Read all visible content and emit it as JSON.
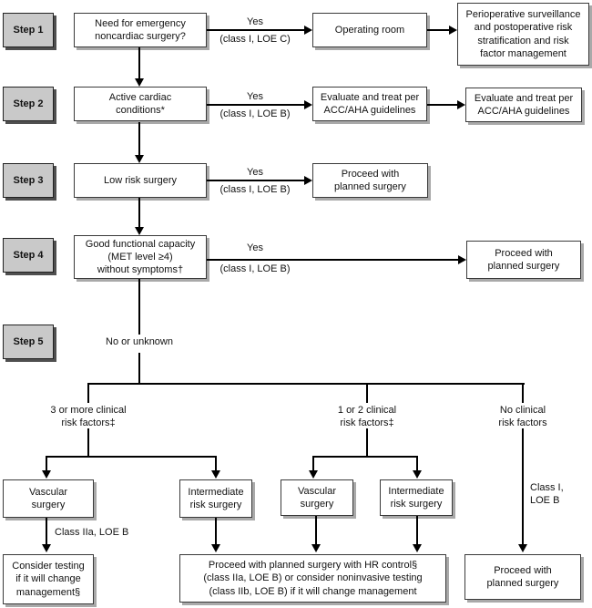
{
  "steps": {
    "s1": {
      "label": "Step 1",
      "question": "Need for emergency\nnoncardiac surgery?",
      "yes": "Yes",
      "yes_class": "(class I, LOE C)",
      "action": "Operating room",
      "outcome": "Perioperative surveillance\nand postoperative risk\nstratification and risk\nfactor management"
    },
    "s2": {
      "label": "Step 2",
      "question": "Active cardiac\nconditions*",
      "yes": "Yes",
      "yes_class": "(class I, LOE B)",
      "action": "Evaluate and treat per\nACC/AHA guidelines",
      "outcome": "Evaluate and treat per\nACC/AHA guidelines"
    },
    "s3": {
      "label": "Step 3",
      "question": "Low risk surgery",
      "yes": "Yes",
      "yes_class": "(class I, LOE B)",
      "action": "Proceed with\nplanned surgery"
    },
    "s4": {
      "label": "Step 4",
      "question": "Good functional capacity\n(MET level ≥4)\nwithout symptoms†",
      "yes": "Yes",
      "yes_class": "(class I, LOE B)",
      "outcome": "Proceed with\nplanned surgery"
    },
    "s5": {
      "label": "Step 5",
      "no_path": "No or unknown"
    }
  },
  "branches": {
    "three_plus": {
      "label": "3 or more clinical\nrisk factors‡",
      "vascular": "Vascular\nsurgery",
      "intermediate": "Intermediate\nrisk surgery",
      "arrow_label": "Class IIa, LOE B",
      "outcome": "Consider testing\nif it will change\nmanagement§"
    },
    "one_two": {
      "label": "1 or 2 clinical\nrisk factors‡",
      "vascular": "Vascular\nsurgery",
      "intermediate": "Intermediate\nrisk surgery",
      "outcome": "Proceed with planned surgery with HR control§\n(class IIa, LOE B) or consider noninvasive testing\n(class IIb, LOE B) if it will change management"
    },
    "none": {
      "label": "No clinical\nrisk factors",
      "arrow_label": "Class I,\nLOE B",
      "outcome": "Proceed with\nplanned surgery"
    }
  },
  "colors": {
    "background": "#ffffff",
    "box_fill": "#ffffff",
    "box_border": "#3a3a3a",
    "box_shadow": "#a9a9a9",
    "step_fill": "#c9c9c9",
    "step_shadow": "#4f4f4f",
    "line": "#000000"
  }
}
